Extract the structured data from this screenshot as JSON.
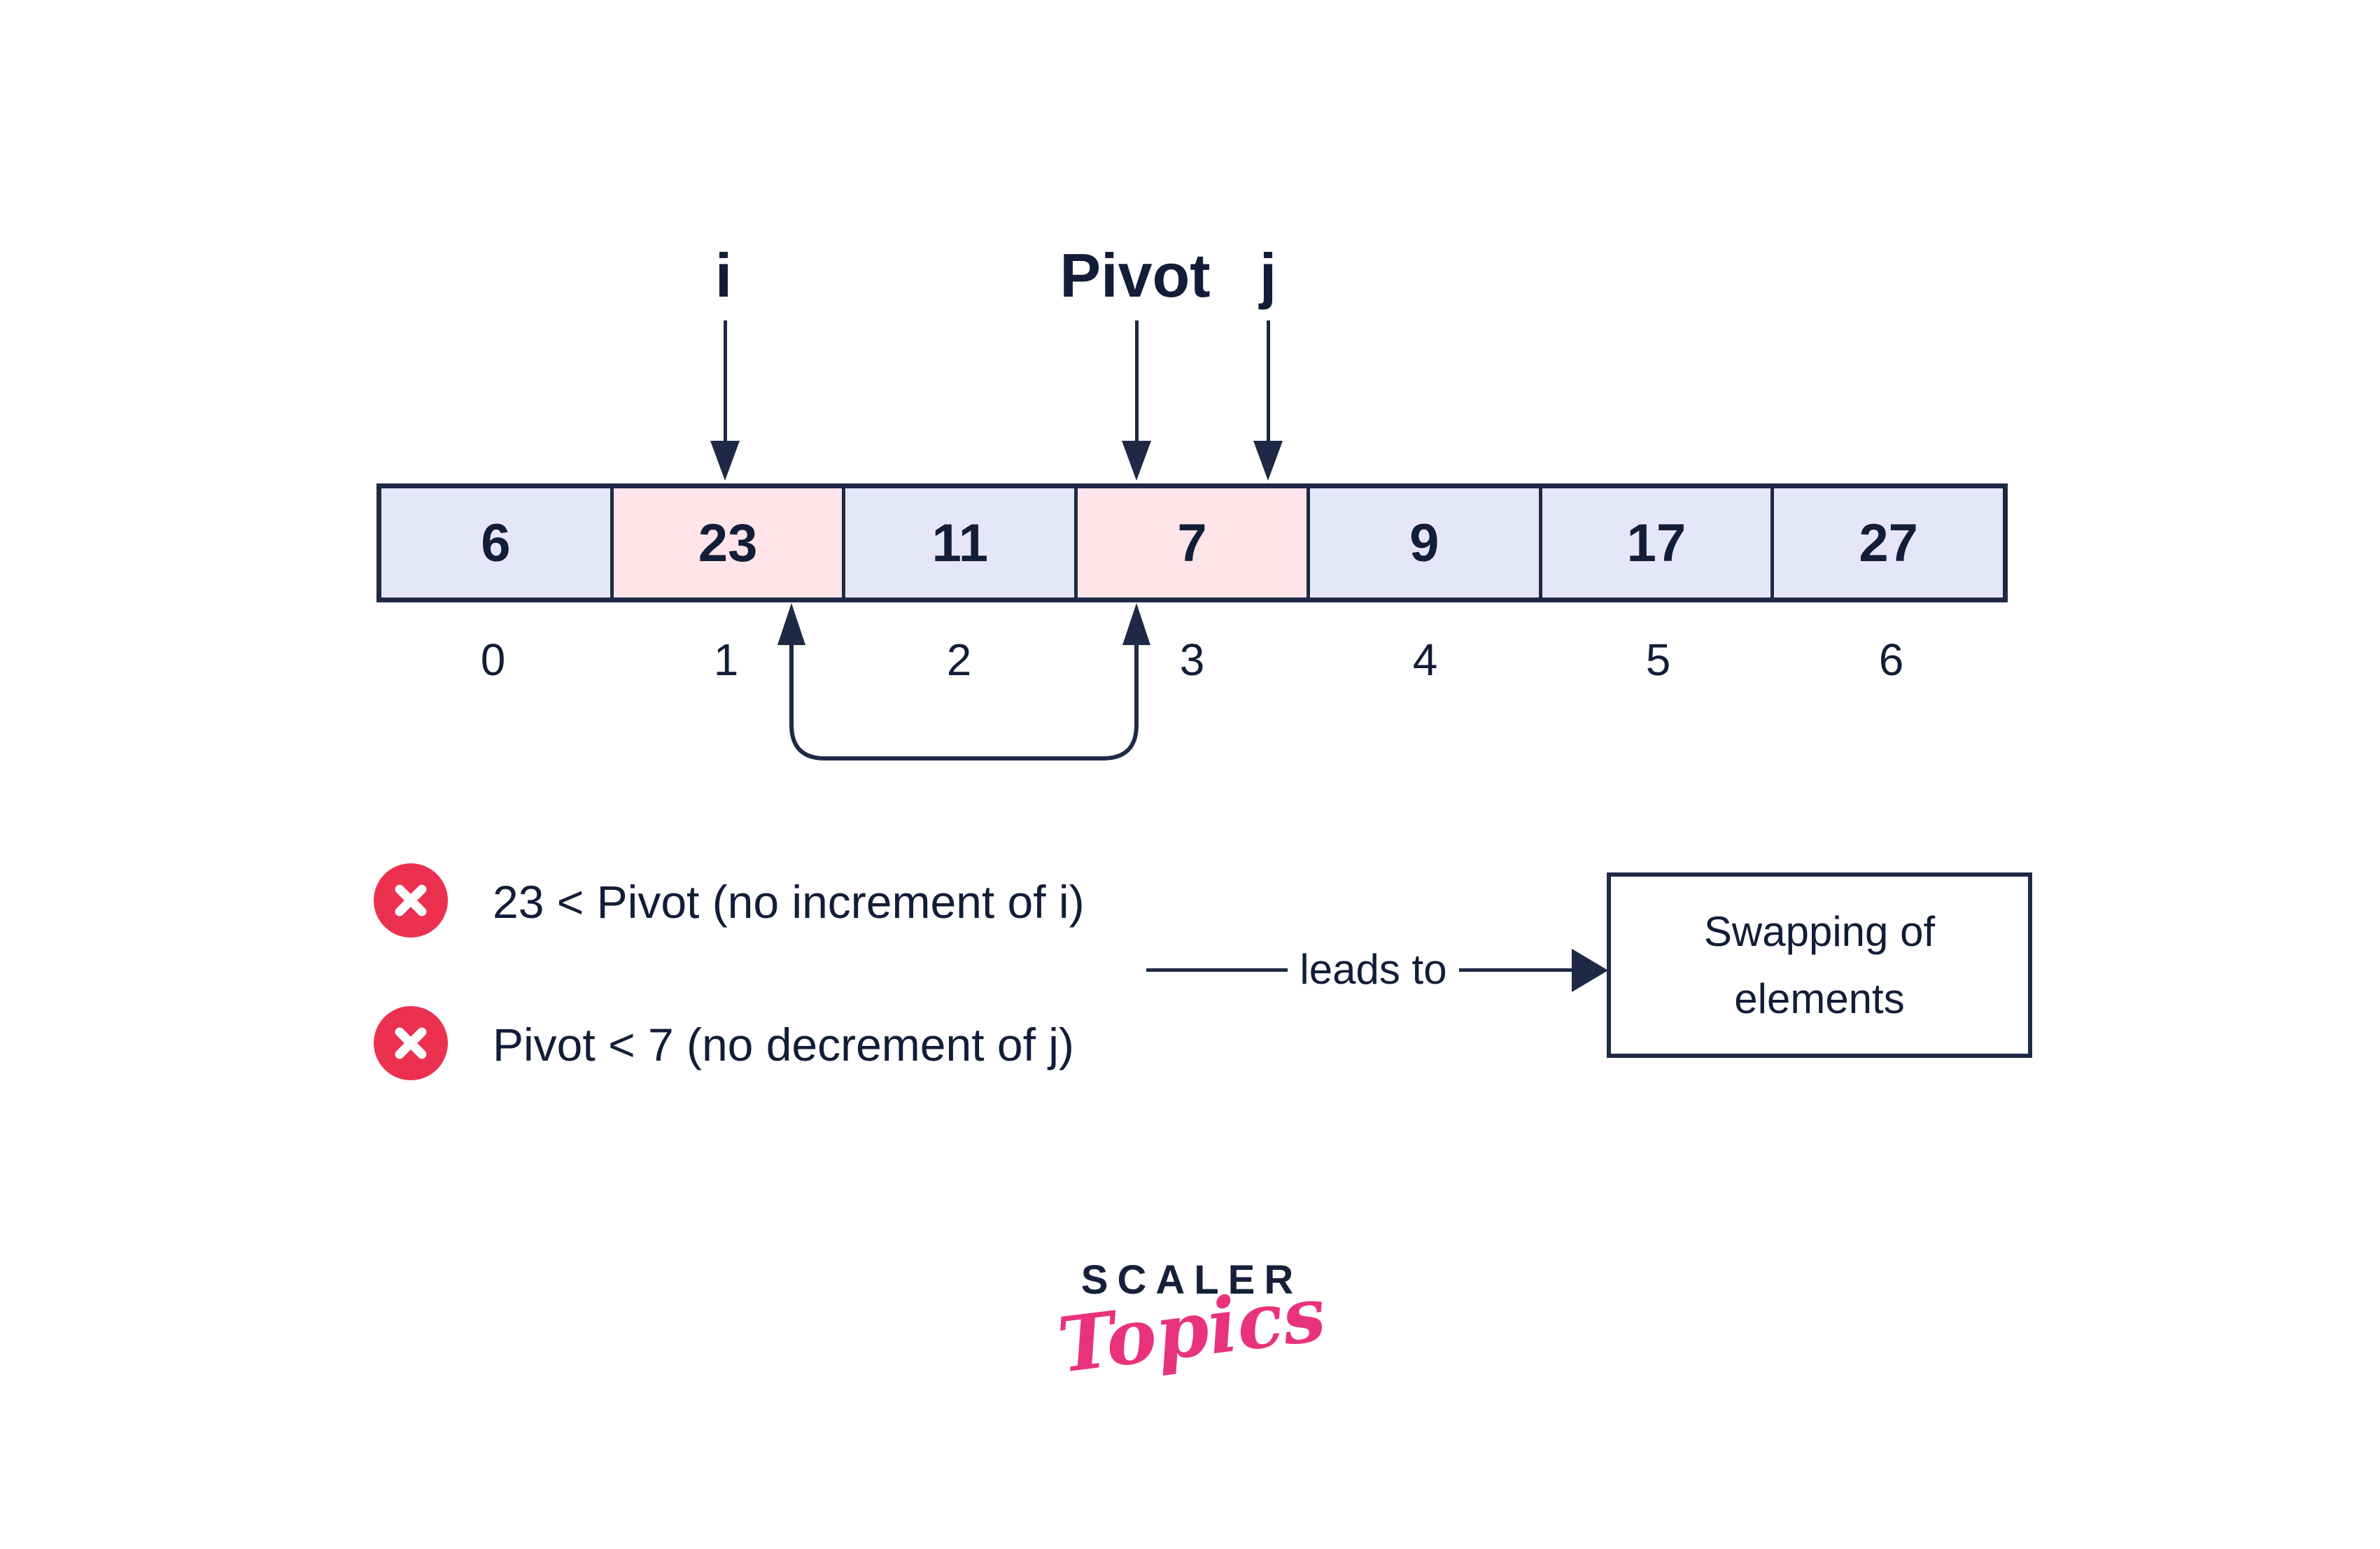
{
  "colors": {
    "stroke_navy": "#1e2a45",
    "text_navy": "#121d38",
    "lavender_cell": "#e6e6f9",
    "pink_cell": "#ffe4e9",
    "red_badge": "#ec3150",
    "logo_navy": "#16203a",
    "logo_pink": "#e9327c",
    "background": "#ffffff"
  },
  "pointers": [
    {
      "label": "i",
      "target_index": 1
    },
    {
      "label": "Pivot",
      "target_index": 3
    },
    {
      "label": "j",
      "target_index": 3
    }
  ],
  "array": {
    "cells": [
      {
        "value": "6",
        "index": "0",
        "highlighted": false
      },
      {
        "value": "23",
        "index": "1",
        "highlighted": true
      },
      {
        "value": "11",
        "index": "2",
        "highlighted": false
      },
      {
        "value": "7",
        "index": "3",
        "highlighted": true
      },
      {
        "value": "9",
        "index": "4",
        "highlighted": false
      },
      {
        "value": "17",
        "index": "5",
        "highlighted": false
      },
      {
        "value": "27",
        "index": "6",
        "highlighted": false
      }
    ]
  },
  "swap_arc": {
    "from_index": 1,
    "to_index": 3
  },
  "annotations": [
    {
      "icon": "x-circle-icon",
      "text": "23 < Pivot (no increment of i)"
    },
    {
      "icon": "x-circle-icon",
      "text": "Pivot < 7 (no decrement of j)"
    }
  ],
  "connector": {
    "label": "leads to"
  },
  "result_box": {
    "line1": "Swapping of",
    "line2": "elements"
  },
  "logo": {
    "top": "SCALER",
    "bottom": "Topics"
  }
}
